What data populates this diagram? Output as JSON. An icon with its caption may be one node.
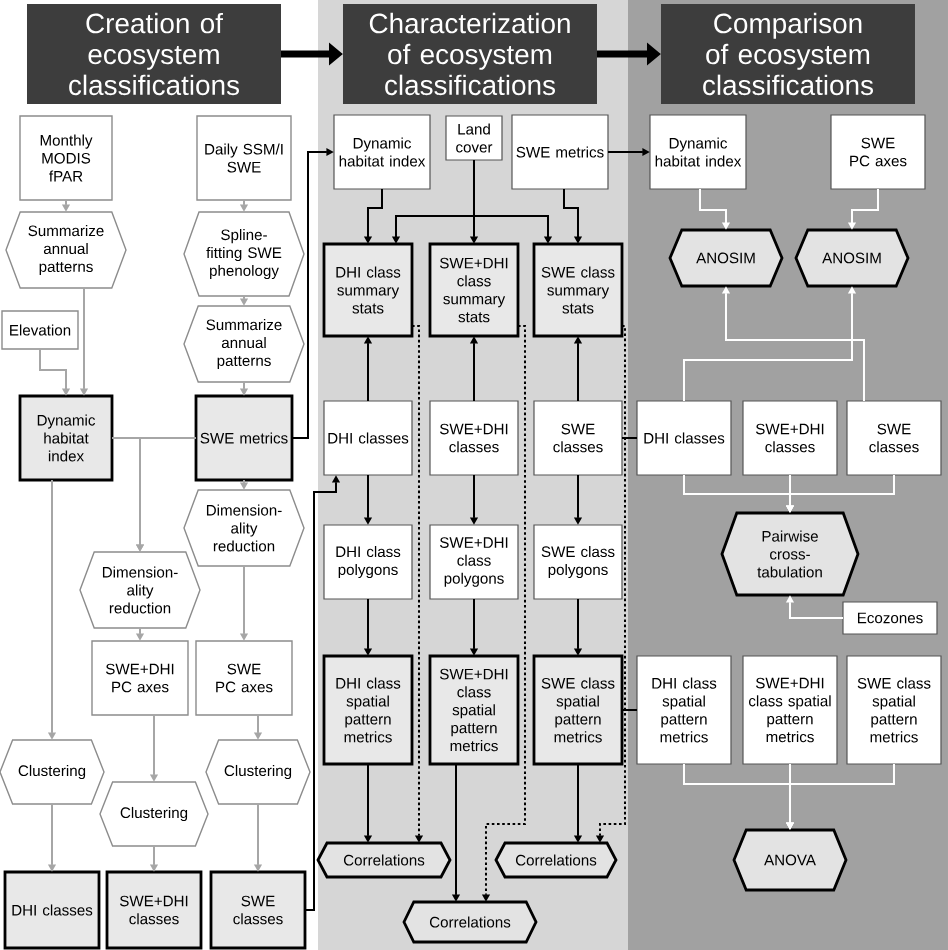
{
  "diagram": {
    "nodes": [
      {
        "text": [
          "Creation of ecosystem classifications"
        ]
      },
      {
        "text": [
          "Monthly MODIS fPAR"
        ]
      },
      {
        "text": [
          "Daily SSM/I SWE"
        ]
      },
      {
        "text": [
          "Summarize annual patterns"
        ]
      },
      {
        "text": [
          "Spline-fitting SWE phenology"
        ]
      },
      {
        "text": [
          "Elevation"
        ]
      },
      {
        "text": [
          "Summarize annual patterns"
        ]
      },
      {
        "text": [
          "Dynamic habitat index"
        ]
      },
      {
        "text": [
          "SWE metrics"
        ]
      },
      {
        "text": [
          "Dimension-ality reduction"
        ]
      },
      {
        "text": [
          "Dimension-ality reduction"
        ]
      },
      {
        "text": [
          "SWE+DHI PC axes"
        ]
      },
      {
        "text": [
          "SWE PC axes"
        ]
      },
      {
        "text": [
          "Clustering"
        ]
      },
      {
        "text": [
          "Clustering"
        ]
      },
      {
        "text": [
          "Clustering"
        ]
      },
      {
        "text": [
          "DHI classes"
        ]
      },
      {
        "text": [
          "SWE+DHI classes"
        ]
      },
      {
        "text": [
          "SWE classes"
        ]
      },
      {
        "text": [
          "Characterization of ecosystem classifications"
        ]
      },
      {
        "text": [
          "Dynamic habitat index"
        ]
      },
      {
        "text": [
          "Land cover"
        ]
      },
      {
        "text": [
          "SWE metrics"
        ]
      },
      {
        "text": [
          "DHI class summary stats"
        ]
      },
      {
        "text": [
          "SWE+DHI class summary stats"
        ]
      },
      {
        "text": [
          "SWE class summary stats"
        ]
      },
      {
        "text": [
          "DHI classes"
        ]
      },
      {
        "text": [
          "SWE+DHI classes"
        ]
      },
      {
        "text": [
          "SWE classes"
        ]
      },
      {
        "text": [
          "DHI class polygons"
        ]
      },
      {
        "text": [
          "SWE+DHI class polygons"
        ]
      },
      {
        "text": [
          "SWE class polygons"
        ]
      },
      {
        "text": [
          "DHI class spatial pattern metrics"
        ]
      },
      {
        "text": [
          "SWE+DHI class spatial pattern metrics"
        ]
      },
      {
        "text": [
          "SWE class spatial pattern metrics"
        ]
      },
      {
        "text": [
          "Correlations"
        ]
      },
      {
        "text": [
          "Correlations"
        ]
      },
      {
        "text": [
          "Correlations"
        ]
      },
      {
        "text": [
          "Comparison of ecosystem classifications"
        ]
      },
      {
        "text": [
          "Dynamic habitat index"
        ]
      },
      {
        "text": [
          "SWE PC axes"
        ]
      },
      {
        "text": [
          "ANOSIM"
        ]
      },
      {
        "text": [
          "ANOSIM"
        ]
      },
      {
        "text": [
          "DHI classes"
        ]
      },
      {
        "text": [
          "SWE+DHI classes"
        ]
      },
      {
        "text": [
          "SWE classes"
        ]
      },
      {
        "text": [
          "Pairwise cross-tabulation"
        ]
      },
      {
        "text": [
          "Ecozones"
        ]
      },
      {
        "text": [
          "DHI class spatial pattern metrics"
        ]
      },
      {
        "text": [
          "SWE+DHI class spatial pattern metrics"
        ]
      },
      {
        "text": [
          "SWE class spatial pattern metrics"
        ]
      },
      {
        "text": [
          "ANOVA"
        ]
      }
    ],
    "edges": [
      {
        "from": 0,
        "to": 19,
        "arrow": "to",
        "style": "thick"
      },
      {
        "from": 19,
        "to": 38,
        "arrow": "to",
        "style": "thick"
      },
      {
        "from": 1,
        "to": 3,
        "arrow": "to",
        "color": "#a6a6a6"
      },
      {
        "from": 2,
        "to": 4,
        "arrow": "to",
        "color": "#a6a6a6"
      },
      {
        "from": 3,
        "to": 7,
        "arrow": "to",
        "color": "#a6a6a6"
      },
      {
        "from": 5,
        "to": 7,
        "arrow": "to",
        "color": "#a6a6a6"
      },
      {
        "from": 4,
        "to": 6,
        "arrow": "to",
        "color": "#a6a6a6"
      },
      {
        "from": 6,
        "to": 8,
        "arrow": "to",
        "color": "#a6a6a6"
      },
      {
        "from": 7,
        "to": 10,
        "arrow": "to",
        "color": "#a6a6a6"
      },
      {
        "from": 8,
        "to": 10,
        "arrow": "to",
        "color": "#a6a6a6"
      },
      {
        "from": 8,
        "to": 9,
        "arrow": "to",
        "color": "#a6a6a6"
      },
      {
        "from": 7,
        "to": 13,
        "arrow": "to",
        "color": "#a6a6a6"
      },
      {
        "from": 9,
        "to": 12,
        "arrow": "to",
        "color": "#a6a6a6"
      },
      {
        "from": 10,
        "to": 11,
        "arrow": "to",
        "color": "#a6a6a6"
      },
      {
        "from": 11,
        "to": 15,
        "arrow": "to",
        "color": "#a6a6a6"
      },
      {
        "from": 12,
        "to": 14,
        "arrow": "to",
        "color": "#a6a6a6"
      },
      {
        "from": 13,
        "to": 16,
        "arrow": "to",
        "color": "#a6a6a6"
      },
      {
        "from": 15,
        "to": 17,
        "arrow": "to",
        "color": "#a6a6a6"
      },
      {
        "from": 14,
        "to": 18,
        "arrow": "to",
        "color": "#a6a6a6"
      },
      {
        "from": 8,
        "to": 20,
        "arrow": "to"
      },
      {
        "from": 20,
        "to": 23,
        "arrow": "to"
      },
      {
        "from": 21,
        "to": 23,
        "arrow": "to"
      },
      {
        "from": 21,
        "to": 24,
        "arrow": "to"
      },
      {
        "from": 21,
        "to": 25,
        "arrow": "to"
      },
      {
        "from": 22,
        "to": 25,
        "arrow": "to"
      },
      {
        "from": 26,
        "to": 23,
        "arrow": "to"
      },
      {
        "from": 26,
        "to": 29,
        "arrow": "to"
      },
      {
        "from": 29,
        "to": 32,
        "arrow": "to"
      },
      {
        "from": 32,
        "to": 35,
        "arrow": "to"
      },
      {
        "from": 23,
        "to": 35,
        "arrow": "to",
        "style": "dashed"
      },
      {
        "from": 27,
        "to": 24,
        "arrow": "to"
      },
      {
        "from": 27,
        "to": 30,
        "arrow": "to"
      },
      {
        "from": 30,
        "to": 33,
        "arrow": "to"
      },
      {
        "from": 33,
        "to": 37,
        "arrow": "to"
      },
      {
        "from": 24,
        "to": 37,
        "arrow": "to",
        "style": "dashed"
      },
      {
        "from": 28,
        "to": 25,
        "arrow": "to"
      },
      {
        "from": 28,
        "to": 31,
        "arrow": "to"
      },
      {
        "from": 31,
        "to": 34,
        "arrow": "to"
      },
      {
        "from": 34,
        "to": 36,
        "arrow": "to"
      },
      {
        "from": 25,
        "to": 36,
        "arrow": "to",
        "style": "dashed"
      },
      {
        "from": 18,
        "to": 26,
        "arrow": "to"
      },
      {
        "from": 22,
        "to": 39,
        "arrow": "to"
      },
      {
        "from": 28,
        "to": 43,
        "arrow": "none"
      },
      {
        "from": 34,
        "to": 48,
        "arrow": "none"
      },
      {
        "from": 39,
        "to": 41,
        "arrow": "to",
        "color": "#ffffff"
      },
      {
        "from": 40,
        "to": 42,
        "arrow": "to",
        "color": "#ffffff"
      },
      {
        "from": 43,
        "to": 42,
        "arrow": "to",
        "color": "#ffffff"
      },
      {
        "from": 45,
        "to": 41,
        "arrow": "to",
        "color": "#ffffff"
      },
      {
        "from": 43,
        "to": 46,
        "arrow": "to",
        "color": "#ffffff"
      },
      {
        "from": 44,
        "to": 46,
        "arrow": "to",
        "color": "#ffffff"
      },
      {
        "from": 45,
        "to": 46,
        "arrow": "to",
        "color": "#ffffff"
      },
      {
        "from": 47,
        "to": 46,
        "arrow": "to",
        "color": "#ffffff"
      },
      {
        "from": 48,
        "to": 51,
        "arrow": "to",
        "color": "#ffffff"
      },
      {
        "from": 49,
        "to": 51,
        "arrow": "to",
        "color": "#ffffff"
      },
      {
        "from": 50,
        "to": 51,
        "arrow": "to",
        "color": "#ffffff"
      }
    ]
  }
}
